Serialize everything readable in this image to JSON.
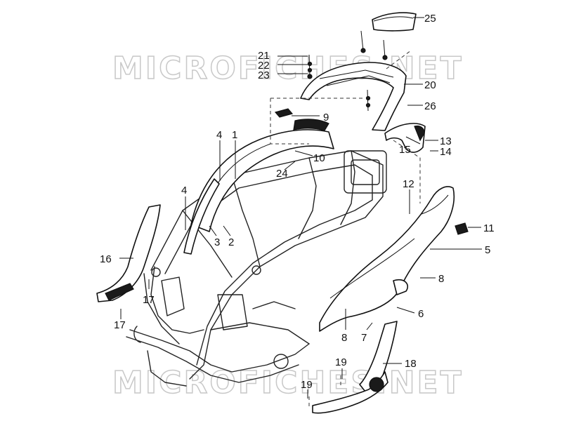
{
  "watermark": "MICROFICHES.NET",
  "callouts": [
    {
      "id": "c25",
      "text": "25"
    },
    {
      "id": "c21",
      "text": "21"
    },
    {
      "id": "c22",
      "text": "22"
    },
    {
      "id": "c23",
      "text": "23"
    },
    {
      "id": "c20",
      "text": "20"
    },
    {
      "id": "c26",
      "text": "26"
    },
    {
      "id": "c9",
      "text": "9"
    },
    {
      "id": "c4a",
      "text": "4"
    },
    {
      "id": "c1",
      "text": "1"
    },
    {
      "id": "c10",
      "text": "10"
    },
    {
      "id": "c24",
      "text": "24"
    },
    {
      "id": "c15",
      "text": "15"
    },
    {
      "id": "c13",
      "text": "13"
    },
    {
      "id": "c14",
      "text": "14"
    },
    {
      "id": "c12",
      "text": "12"
    },
    {
      "id": "c4b",
      "text": "4"
    },
    {
      "id": "c3",
      "text": "3"
    },
    {
      "id": "c2",
      "text": "2"
    },
    {
      "id": "c11",
      "text": "11"
    },
    {
      "id": "c5",
      "text": "5"
    },
    {
      "id": "c16",
      "text": "16"
    },
    {
      "id": "c8a",
      "text": "8"
    },
    {
      "id": "c17a",
      "text": "17"
    },
    {
      "id": "c6",
      "text": "6"
    },
    {
      "id": "c17b",
      "text": "17"
    },
    {
      "id": "c8b",
      "text": "8"
    },
    {
      "id": "c7",
      "text": "7"
    },
    {
      "id": "c19a",
      "text": "19"
    },
    {
      "id": "c18",
      "text": "18"
    },
    {
      "id": "c19b",
      "text": "19"
    }
  ]
}
